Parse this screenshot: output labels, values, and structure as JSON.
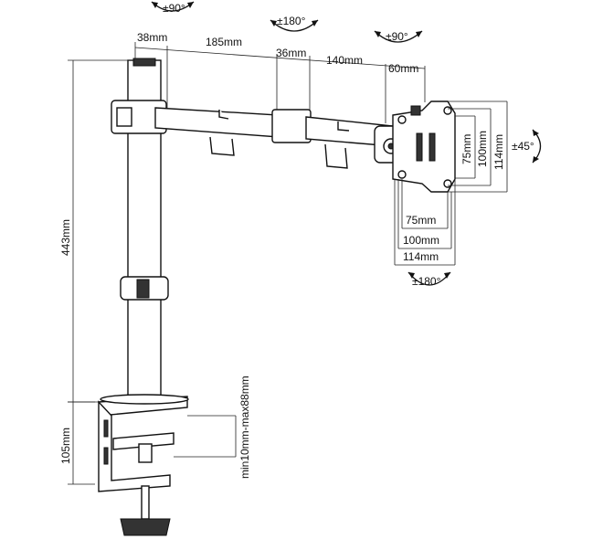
{
  "rotations": {
    "top_left": "±90°",
    "top_middle": "±180°",
    "top_right": "±90°",
    "side_tilt": "±45°",
    "bottom_plate": "±180°"
  },
  "arm_dimensions": {
    "d1": "38mm",
    "d2": "185mm",
    "d3": "36mm",
    "d4": "140mm",
    "d5": "60mm"
  },
  "vesa_vertical": {
    "v75": "75mm",
    "v100": "100mm",
    "v114": "114mm"
  },
  "vesa_horizontal": {
    "h75": "75mm",
    "h100": "100mm",
    "h114": "114mm"
  },
  "pole_height": "443mm",
  "clamp_height": "105mm",
  "desk_range": "min10mm-max88mm"
}
